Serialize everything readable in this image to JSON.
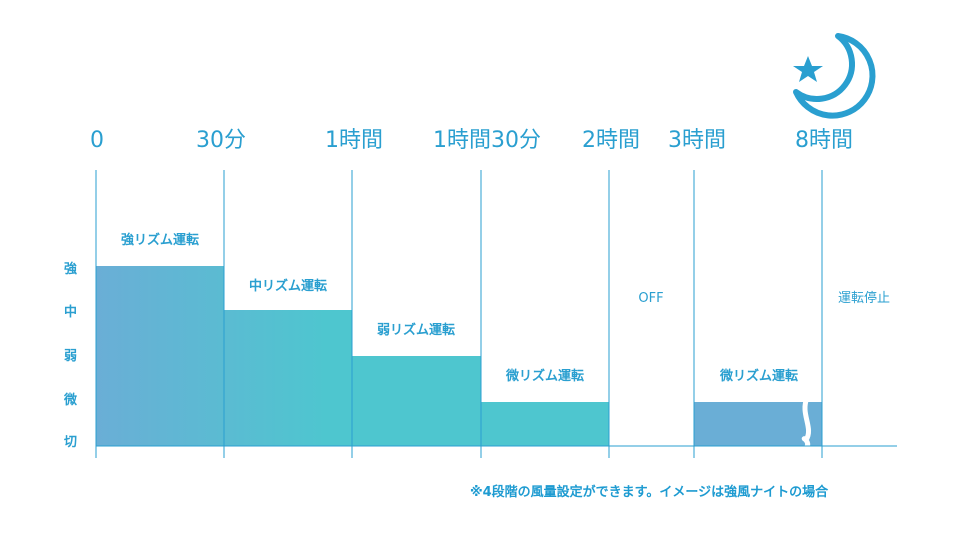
{
  "chart_data": {
    "type": "step-area",
    "x_ticks": [
      "0",
      "30分",
      "1時間",
      "1時間30分",
      "2時間",
      "3時間",
      "8時間"
    ],
    "y_levels": [
      "強",
      "中",
      "弱",
      "微",
      "切"
    ],
    "segments": [
      {
        "label": "強リズム運転",
        "start_tick": 0,
        "end_tick": 1,
        "level": "強"
      },
      {
        "label": "中リズム運転",
        "start_tick": 1,
        "end_tick": 2,
        "level": "中"
      },
      {
        "label": "弱リズム運転",
        "start_tick": 2,
        "end_tick": 3,
        "level": "弱"
      },
      {
        "label": "微リズム運転",
        "start_tick": 3,
        "end_tick": 4,
        "level": "微"
      },
      {
        "label": "OFF",
        "start_tick": 4,
        "end_tick": 5,
        "level": "切"
      },
      {
        "label": "微リズム運転",
        "start_tick": 5,
        "end_tick": 6,
        "level": "微",
        "axis_break": true
      },
      {
        "label": "運転停止",
        "start_tick": 6,
        "end_tick": null,
        "level": "切"
      }
    ],
    "colors": {
      "fill_start": "#6aaed6",
      "fill_end": "#4ec6cf",
      "line": "#2a9fd0"
    }
  },
  "footnote": "※4段階の風量設定ができます。イメージは強風ナイトの場合",
  "icons": {
    "moon": "moon-star-icon"
  }
}
